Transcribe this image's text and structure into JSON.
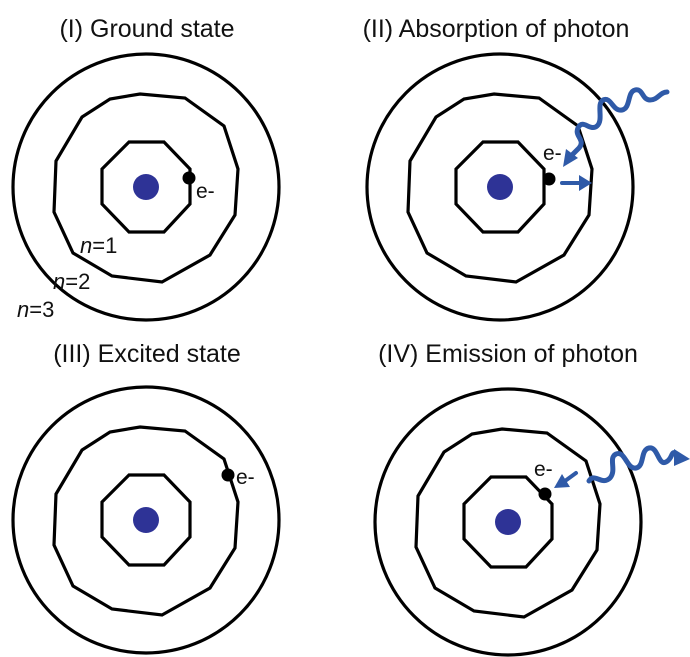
{
  "panels": [
    {
      "title": "(I) Ground state",
      "electron_label": "e-",
      "orbit_labels": [
        {
          "italic": "n",
          "rest": "=1"
        },
        {
          "italic": "n",
          "rest": "=2"
        },
        {
          "italic": "n",
          "rest": "=3"
        }
      ]
    },
    {
      "title": "(II) Absorption of photon",
      "electron_label": "e-"
    },
    {
      "title": "(III) Excited state",
      "electron_label": "e-"
    },
    {
      "title": "(IV) Emission of photon",
      "electron_label": "e-"
    }
  ],
  "colors": {
    "nucleus": "#2e3396",
    "photon": "#2f5aa8",
    "orbit": "#000000"
  }
}
